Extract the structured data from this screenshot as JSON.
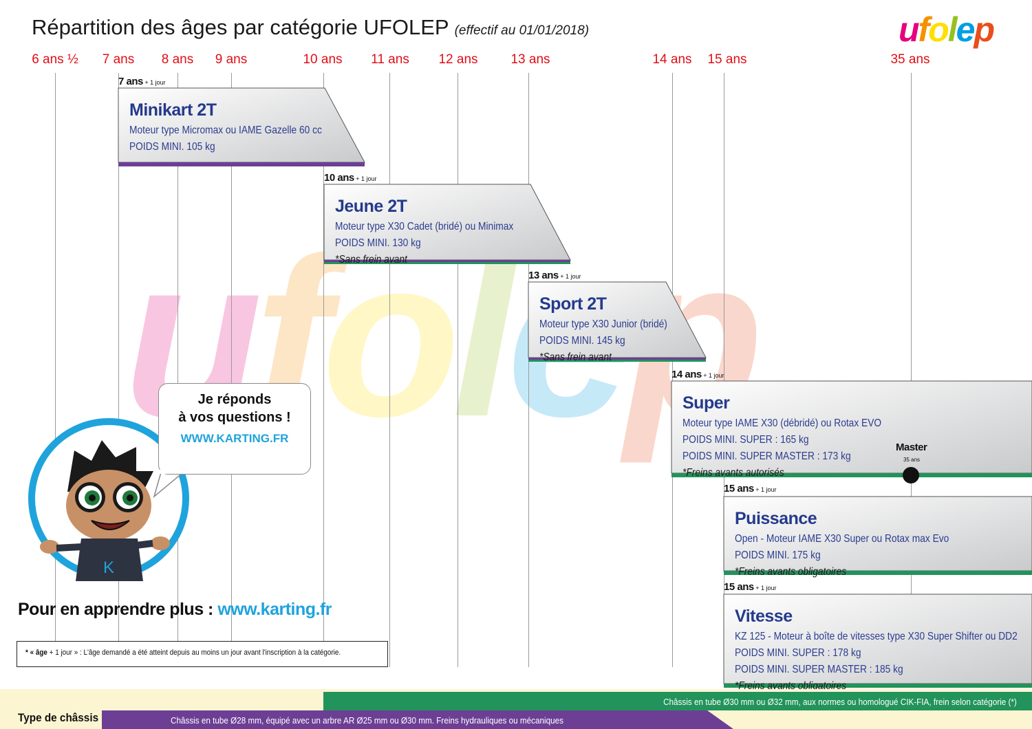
{
  "header": {
    "title": "Répartition des âges par catégorie UFOLEP",
    "subtitle": "(effectif au 01/01/2018)",
    "logo": "ufolep",
    "logo_colors": [
      "#e6007e",
      "#f39200",
      "#ffde00",
      "#95c11f",
      "#009fe3",
      "#e94e1b"
    ]
  },
  "ages": [
    "6 ans ½",
    "7 ans",
    "8 ans",
    "9 ans",
    "10 ans",
    "11 ans",
    "12 ans",
    "13 ans",
    "14 ans",
    "15 ans",
    "35 ans"
  ],
  "watermark": "ufolep",
  "categories": [
    {
      "start_age": "7 ans",
      "start_suffix": "+ 1 jour",
      "name": "Minikart 2T",
      "lines": [
        "Moteur type Micromax ou IAME Gazelle 60 cc",
        "POIDS MINI. 105 kg"
      ],
      "note": "",
      "stripe_color": "#6c3f95"
    },
    {
      "start_age": "10 ans",
      "start_suffix": "+ 1 jour",
      "name": "Jeune 2T",
      "lines": [
        "Moteur type X30 Cadet (bridé) ou Minimax",
        "POIDS MINI. 130 kg"
      ],
      "note": "*Sans frein avant",
      "stripe_color": "#6c3f95",
      "stripe_color_2": "#22935a"
    },
    {
      "start_age": "13 ans",
      "start_suffix": "+ 1 jour",
      "name": "Sport 2T",
      "lines": [
        "Moteur type X30 Junior (bridé)",
        "POIDS MINI. 145 kg"
      ],
      "note": "*Sans frein avant",
      "stripe_color": "#6c3f95",
      "stripe_color_2": "#22935a"
    },
    {
      "start_age": "14 ans",
      "start_suffix": "+ 1 jour",
      "name": "Super",
      "lines": [
        "Moteur type IAME X30 (débridé) ou Rotax EVO",
        "POIDS MINI. SUPER : 165 kg",
        "POIDS MINI. SUPER MASTER : 173 kg"
      ],
      "note": "*Freins avants autorisés",
      "stripe_color": "#22935a"
    },
    {
      "start_age": "15 ans",
      "start_suffix": "+ 1 jour",
      "name": "Puissance",
      "lines": [
        "Open - Moteur IAME X30 Super ou Rotax max Evo",
        "POIDS MINI. 175 kg"
      ],
      "note": "*Freins avants obligatoires",
      "stripe_color": "#22935a"
    },
    {
      "start_age": "15 ans",
      "start_suffix": "+ 1 jour",
      "name": "Vitesse",
      "lines": [
        "KZ 125 - Moteur à boîte de vitesses type X30 Super Shifter ou DD2",
        "POIDS MINI. SUPER : 178 kg",
        "POIDS MINI. SUPER MASTER : 185 kg"
      ],
      "note": "*Freins avants obligatoires",
      "stripe_color": "#22935a"
    }
  ],
  "master": {
    "label": "Master",
    "age": "35 ans"
  },
  "bubble": {
    "line1": "Je réponds",
    "line2": "à vos questions !",
    "link": "WWW.KARTING.FR"
  },
  "mascot": {
    "shirt_letter": "K"
  },
  "learn_more": {
    "text": "Pour en apprendre plus : ",
    "link": "www.karting.fr"
  },
  "footnote": {
    "term": "* « âge",
    "suffix": " + 1 jour » ",
    "text": ": L'âge demandé a été atteint depuis au moins un jour avant l'inscription à la catégorie."
  },
  "chassis": {
    "label": "Type de châssis",
    "green_text": "Châssis en tube Ø30 mm ou Ø32 mm, aux normes ou homologué CIK-FIA, frein selon catégorie (*)",
    "purple_text": "Châssis en tube Ø28 mm, équipé avec un arbre AR Ø25 mm ou Ø30 mm. Freins hydrauliques ou mécaniques",
    "green_color": "#22935a",
    "purple_color": "#6c3f95"
  },
  "colors": {
    "age_label": "#e10e17",
    "category_title": "#243a8c",
    "link": "#1fa3dc"
  }
}
